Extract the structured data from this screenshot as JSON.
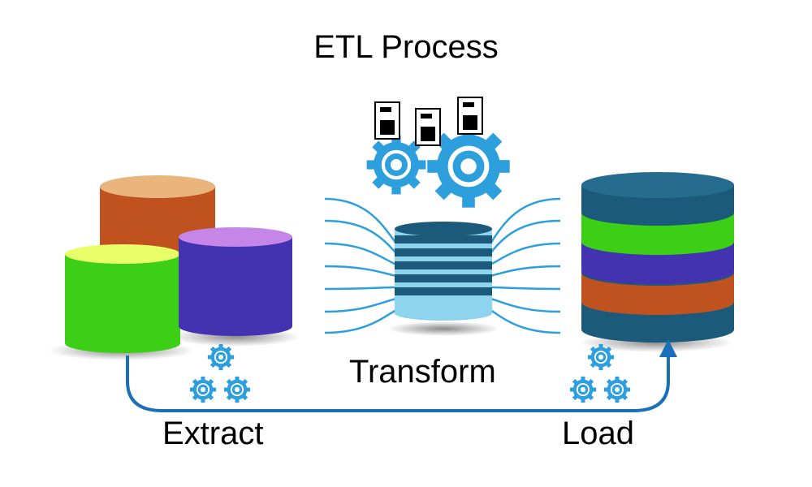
{
  "diagram": {
    "title": "ETL Process",
    "stages": {
      "extract": "Extract",
      "transform": "Transform",
      "load": "Load"
    }
  },
  "colors": {
    "accent_blue": "#2d9fdc",
    "arrow_blue": "#1a6fb8",
    "orange": "#c0521f",
    "green": "#3ccf16",
    "purple": "#4433b0",
    "teal_dark": "#1b5a7a",
    "teal_light": "#8fd4ef"
  }
}
